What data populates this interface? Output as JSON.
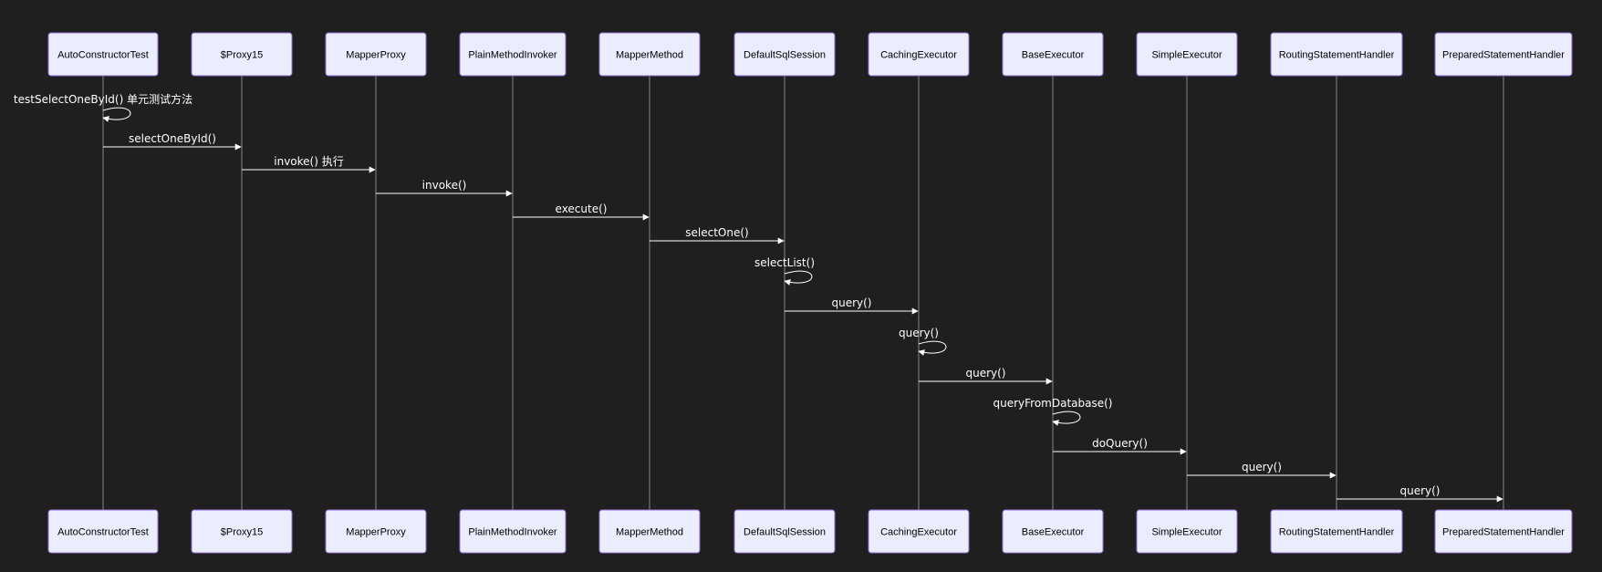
{
  "colors": {
    "background": "#1f1f1f",
    "actor_fill": "#ececff",
    "actor_border": "#9370db",
    "line": "#ffffff",
    "lifeline": "#cccccc"
  },
  "participants": [
    "AutoConstructorTest",
    "$Proxy15",
    "MapperProxy",
    "PlainMethodInvoker",
    "MapperMethod",
    "DefaultSqlSession",
    "CachingExecutor",
    "BaseExecutor",
    "SimpleExecutor",
    "RoutingStatementHandler",
    "PreparedStatementHandler"
  ],
  "messages": [
    {
      "from": 0,
      "to": 0,
      "label": "testSelectOneById() 单元测试方法"
    },
    {
      "from": 0,
      "to": 1,
      "label": "selectOneById()"
    },
    {
      "from": 1,
      "to": 2,
      "label": "invoke() 执行"
    },
    {
      "from": 2,
      "to": 3,
      "label": "invoke()"
    },
    {
      "from": 3,
      "to": 4,
      "label": "execute()"
    },
    {
      "from": 4,
      "to": 5,
      "label": "selectOne()"
    },
    {
      "from": 5,
      "to": 5,
      "label": "selectList()"
    },
    {
      "from": 5,
      "to": 6,
      "label": "query()"
    },
    {
      "from": 6,
      "to": 6,
      "label": "query()"
    },
    {
      "from": 6,
      "to": 7,
      "label": "query()"
    },
    {
      "from": 7,
      "to": 7,
      "label": "queryFromDatabase()"
    },
    {
      "from": 7,
      "to": 8,
      "label": "doQuery()"
    },
    {
      "from": 8,
      "to": 9,
      "label": "query()"
    },
    {
      "from": 9,
      "to": 10,
      "label": "query()"
    }
  ]
}
